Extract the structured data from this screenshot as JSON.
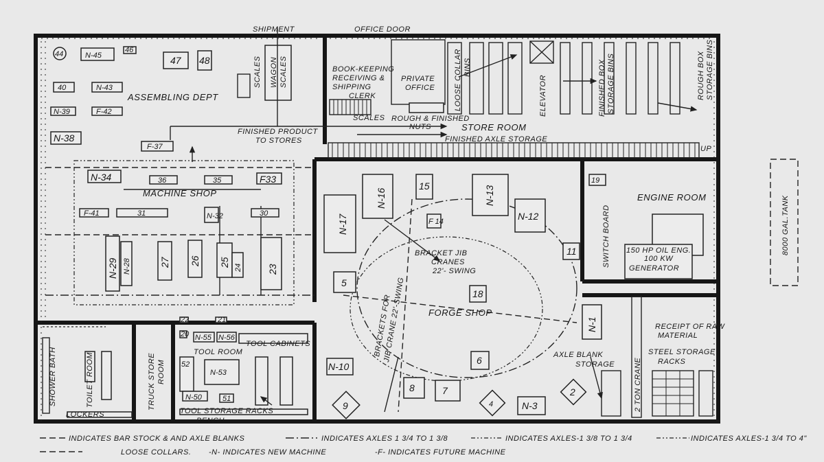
{
  "labels": {
    "shipment": "SHIPMENT",
    "office_door": "OFFICE DOOR",
    "book_keeping_1": "BOOK-KEEPING",
    "book_keeping_2": "RECEIVING &",
    "book_keeping_3": "SHIPPING",
    "book_keeping_4": "CLERK",
    "private_office_1": "PRIVATE",
    "private_office_2": "OFFICE",
    "loose_collar_1": "LOOSE COLLAR",
    "loose_collar_2": "BINS",
    "elevator": "ELEVATOR",
    "finished_box_1": "FINISHED BOX",
    "finished_box_2": "STORAGE BINS",
    "rough_box_1": "ROUGH BOX",
    "rough_box_2": "STORAGE BINS",
    "assembling": "ASSEMBLING DEPT",
    "scales": "SCALES",
    "wagon_1": "WAGON",
    "wagon_2": "SCALES",
    "small_scales": "SCALES",
    "rough_nuts_1": "ROUGH & FINISHED",
    "rough_nuts_2": "NUTS",
    "store_room": "STORE ROOM",
    "finished_product_1": "FINISHED PRODUCT",
    "finished_product_2": "TO STORES",
    "finished_axle": "FINISHED AXLE STORAGE",
    "up": "UP",
    "machine_shop": "MACHINE SHOP",
    "switch_board": "SWITCH BOARD",
    "engine_room": "ENGINE ROOM",
    "oil_eng_1": "150 HP OIL ENG.",
    "oil_eng_2": "100 KW",
    "oil_eng_3": "GENERATOR",
    "tank": "8000 GAL.TANK",
    "jib_cranes_1": "BRACKET JIB",
    "jib_cranes_2": "CRANES",
    "jib_cranes_3": "22'- SWING",
    "brackets_1": "BRACKETS FOR",
    "brackets_2": "JIB CRANE 22'-SWING",
    "forge_shop": "FORGE SHOP",
    "receipt_1": "RECEIPT OF RAW",
    "receipt_2": "MATERIAL",
    "axle_blank_1": "AXLE BLANK",
    "axle_blank_2": "STORAGE",
    "steel_storage_1": "STEEL STORAGE",
    "steel_storage_2": "RACKS",
    "ton_crane": "2 TON CRANE",
    "tool_cabinets": "TOOL CABINETS",
    "tool_room": "TOOL ROOM",
    "tool_storage": "TOOL STORAGE RACKS",
    "bench": "BENCH",
    "shower_bath": "SHOWER BATH",
    "toilet_room": "TOILET ROOM",
    "lockers": "LOCKERS",
    "truck_store_1": "TRUCK STORE",
    "truck_store_2": "ROOM"
  },
  "machines": {
    "m44": "44",
    "n45": "N-45",
    "m46": "46",
    "m47": "47",
    "m48": "48",
    "m40": "40",
    "n43": "N-43",
    "n39": "N-39",
    "f42": "F-42",
    "n38": "N-38",
    "f37": "F-37",
    "n34": "N-34",
    "m36": "36",
    "m35": "35",
    "f33": "F33",
    "f41": "F-41",
    "m31": "31",
    "n32": "N-32",
    "m30": "30",
    "n29": "N-29",
    "n28": "N-28",
    "m27": "27",
    "m26": "26",
    "m25": "25",
    "m24": "24",
    "m23": "23",
    "n17": "N-17",
    "n16": "N-16",
    "m15": "15",
    "n13": "N-13",
    "n12": "N-12",
    "f14": "F 14",
    "m11": "11",
    "m19": "19",
    "m5": "5",
    "m18": "18",
    "n1": "N-1",
    "n10": "N-10",
    "m9": "9",
    "m8": "8",
    "m7": "7",
    "m6": "6",
    "m4": "4",
    "n3": "N-3",
    "m2": "2",
    "m22": "22",
    "m21": "21",
    "m20": "20",
    "n55": "N-55",
    "n56": "N-56",
    "m52": "52",
    "n53": "N-53",
    "n50": "N-50",
    "m51": "51"
  },
  "legend": {
    "line1_a": "INDICATES BAR STOCK & AND AXLE BLANKS",
    "line1_b": "INDICATES AXLES 1 3/4 TO 1 3/8",
    "line1_c": "INDICATES AXLES-1 3/8 TO 1 3/4",
    "line1_d": "INDICATES AXLES-1 3/4 TO 4\"",
    "line2_a": "LOOSE COLLARS.",
    "line2_b": "-N- INDICATES NEW MACHINE",
    "line2_c": "-F- INDICATES FUTURE MACHINE"
  }
}
